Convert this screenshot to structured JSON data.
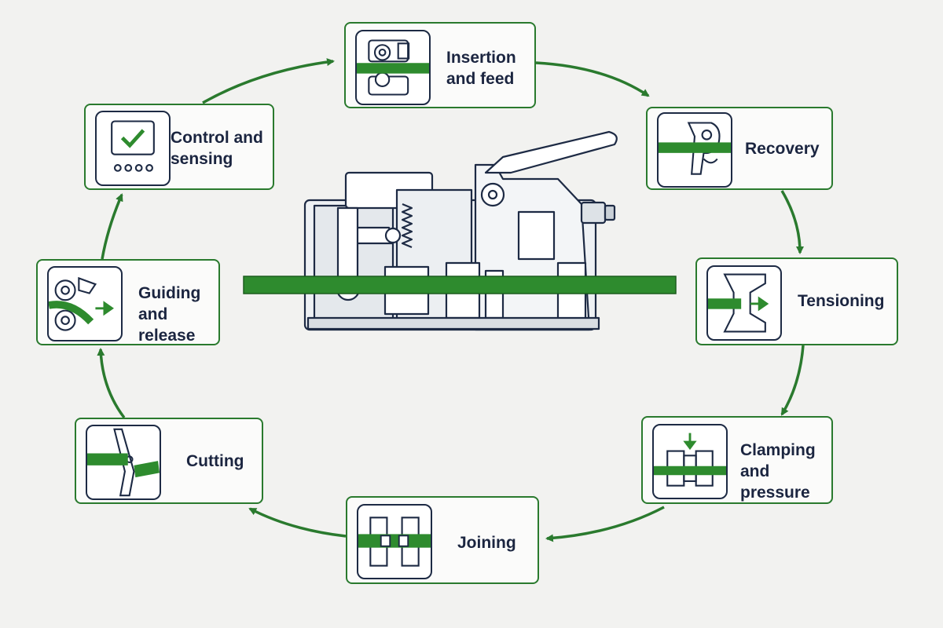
{
  "colors": {
    "strap": "#2e8b2e",
    "arrow": "#2a7a2e",
    "border": "#2a7a2e",
    "ink": "#1d2a44"
  },
  "steps": [
    {
      "id": "insertion-feed",
      "label": "Insertion\nand feed",
      "icon": "rollers-feed-icon"
    },
    {
      "id": "recovery",
      "label": "Recovery",
      "icon": "recovery-hook-icon"
    },
    {
      "id": "tensioning",
      "label": "Tensioning",
      "icon": "tension-jaws-icon"
    },
    {
      "id": "clamping-pressure",
      "label": "Clamping\nand pressure",
      "icon": "clamp-press-icon"
    },
    {
      "id": "joining",
      "label": "Joining",
      "icon": "joining-blocks-icon"
    },
    {
      "id": "cutting",
      "label": "Cutting",
      "icon": "cutter-blade-icon"
    },
    {
      "id": "guiding-release",
      "label": "Guiding\nand release",
      "icon": "guide-rollers-icon"
    },
    {
      "id": "control-sensing",
      "label": "Control and\nsensing",
      "icon": "control-panel-icon"
    }
  ]
}
